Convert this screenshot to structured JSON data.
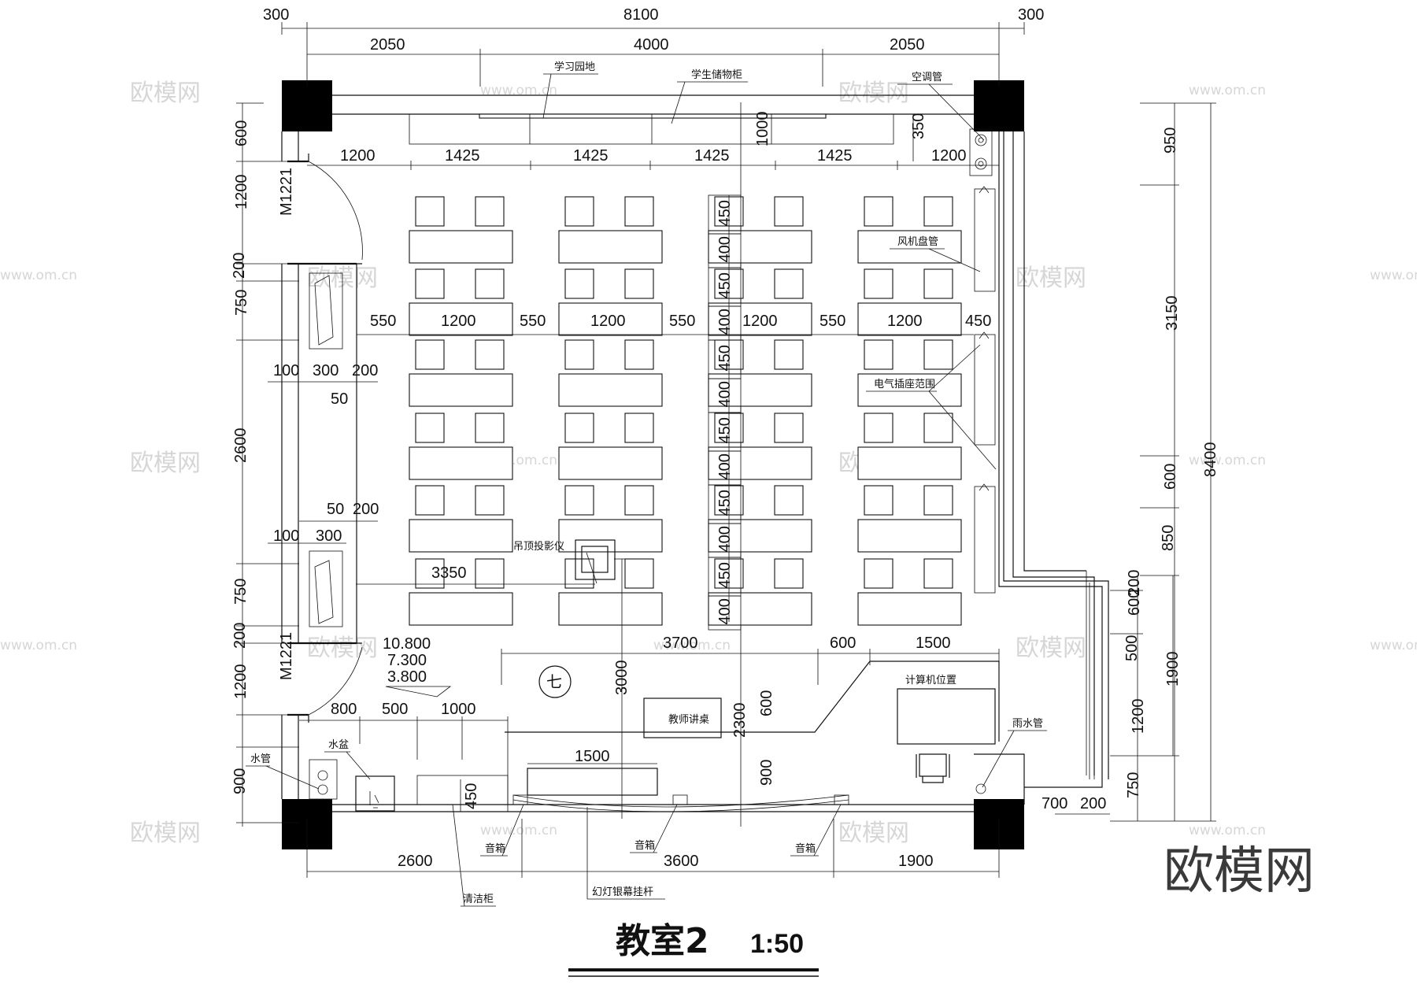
{
  "title": {
    "text": "教室2",
    "scale": "1:50"
  },
  "brand": {
    "text": "欧模网",
    "watermark": "欧模网",
    "watermark_url": "www.om.cn"
  },
  "dims": {
    "top_overall": [
      "300",
      "8100",
      "300"
    ],
    "top_second": [
      "2050",
      "4000",
      "2050"
    ],
    "upper_row": [
      "1200",
      "1425",
      "1425",
      "1425",
      "1425",
      "1200"
    ],
    "wall_350": "350",
    "center_1000": "1000",
    "left_side": [
      "600",
      "1200",
      "200",
      "750",
      "2600",
      "750",
      "200",
      "1200",
      "900"
    ],
    "right_outer": [
      "950",
      "3150",
      "600",
      "850",
      "8400"
    ],
    "right_inner": [
      "200",
      "600",
      "500",
      "1900",
      "1200",
      "750"
    ],
    "aisle_row": [
      "550",
      "1200",
      "550",
      "1200",
      "550",
      "1200",
      "550",
      "1200",
      "450"
    ],
    "spacing_col": [
      "450",
      "400",
      "450",
      "400",
      "450",
      "400",
      "450",
      "400",
      "450",
      "400",
      "450",
      "400"
    ],
    "window1": [
      "100",
      "300",
      "200",
      "50"
    ],
    "window2": [
      "50",
      "200",
      "100",
      "300"
    ],
    "projector_3350": "3350",
    "elevations": [
      "10.800",
      "7.300",
      "3.800"
    ],
    "front_row": [
      "3700",
      "600",
      "1500"
    ],
    "vert_3000": "3000",
    "vert_2300": "2300",
    "vert_600": "600",
    "vert_900": "900",
    "sink_row": [
      "800",
      "500",
      "1000"
    ],
    "cab_450": "450",
    "screen_1500": "1500",
    "bottom_row": [
      "2600",
      "3600",
      "1900"
    ],
    "br_corner": [
      "700",
      "200"
    ]
  },
  "labels": {
    "study": "学习园地",
    "locker": "学生储物柜",
    "ac_pipe": "空调管",
    "fan_coil": "风机盘管",
    "socket": "电气插座范围",
    "door1": "M1221",
    "door2": "M1221",
    "projector": "吊顶投影仪",
    "podium": "教师讲桌",
    "computer": "计算机位置",
    "rain_pipe": "雨水管",
    "water_pipe": "水管",
    "basin": "水盆",
    "speaker1": "音箱",
    "speaker2": "音箱",
    "speaker3": "音箱",
    "cleaning": "清洁柜",
    "screen_rod": "幻灯银幕挂杆",
    "circle_mark": "七"
  }
}
